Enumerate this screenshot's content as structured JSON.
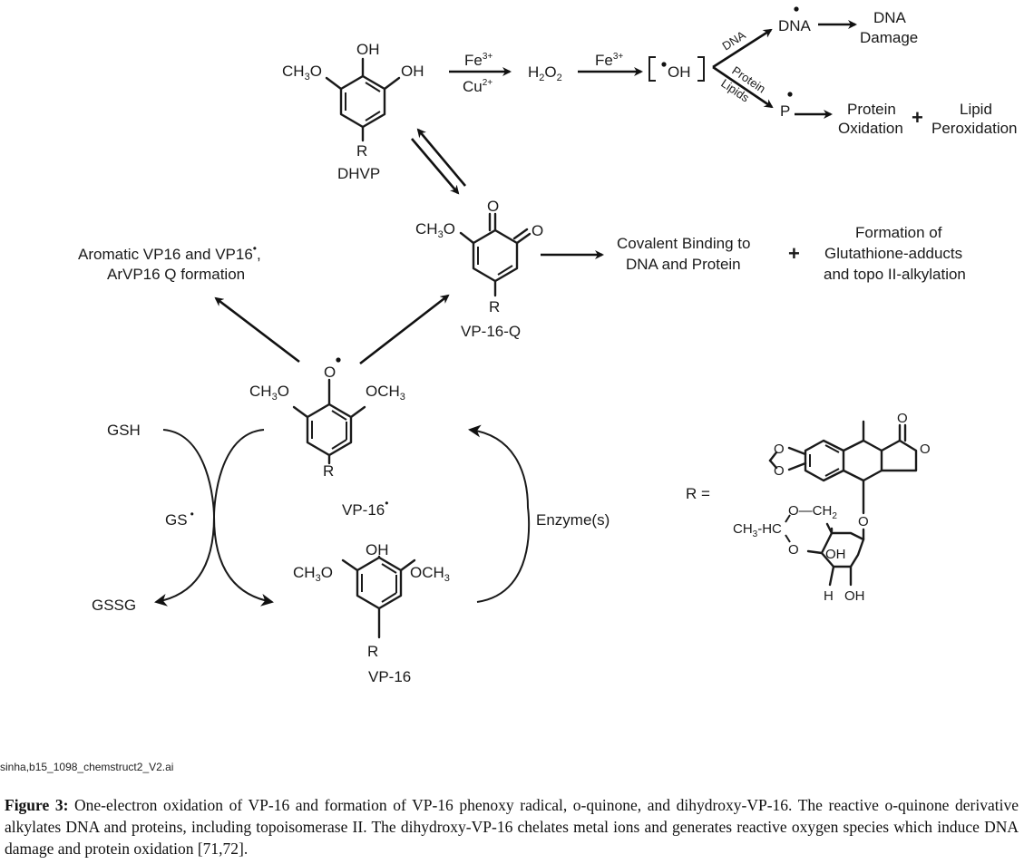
{
  "figure": {
    "top_pathway": {
      "dhvp": {
        "substituents": [
          "OH",
          "CH3O",
          "OH"
        ],
        "r_group": "R",
        "name": "DHVP"
      },
      "arrow1": {
        "above": "Fe3+",
        "below": "Cu2+"
      },
      "h2o2": "H2O2",
      "arrow2": {
        "above": "Fe3+"
      },
      "hydroxyl_radical": "•OH",
      "branch_dna_label": "DNA",
      "branch_protein_label": "Protein",
      "branch_lipids_label": "Lipids",
      "dna_radical": "DNA",
      "dna_damage": [
        "DNA",
        "Damage"
      ],
      "p_radical": "P",
      "protein_oxidation": [
        "Protein",
        "Oxidation"
      ],
      "plus": "+",
      "lipid_peroxidation": [
        "Lipid",
        "Peroxidation"
      ]
    },
    "quinone": {
      "substituents": [
        "O",
        "O",
        "CH3O"
      ],
      "r_group": "R",
      "name": "VP-16-Q",
      "product_1": [
        "Covalent Binding to",
        "DNA and Protein"
      ],
      "plus": "+",
      "product_2": [
        "Formation of",
        "Glutathione-adducts",
        "and topo II-alkylation"
      ]
    },
    "aromatic_note": [
      "Aromatic VP16 and VP16•,",
      "ArVP16 Q formation"
    ],
    "phenoxy_radical": {
      "top": "O•",
      "left": "CH3O",
      "right": "OCH3",
      "r_group": "R",
      "name": "VP-16•"
    },
    "vp16": {
      "top": "OH",
      "left": "CH3O",
      "right": "OCH3",
      "r_group": "R",
      "name": "VP-16"
    },
    "glutathione_cycle": {
      "gsh": "GSH",
      "gs_radical": "GS•",
      "gssg": "GSSG"
    },
    "enzyme_label": "Enzyme(s)",
    "r_definition": {
      "label": "R =",
      "atoms": {
        "o": "O",
        "ch2": "CH2",
        "ch3_hc": "CH3-HC",
        "oh": "OH",
        "h": "H"
      }
    }
  },
  "source_filename": "sinha,b15_1098_chemstruct2_V2.ai",
  "caption": {
    "label": "Figure 3:",
    "text": "One-electron oxidation of VP-16 and formation of VP-16 phenoxy radical, o-quinone, and dihydroxy-VP-16. The reactive o-quinone derivative alkylates DNA and proteins, including topoisomerase II. The dihydroxy-VP-16 chelates metal ions and generates reactive oxygen species which induce DNA damage and protein oxidation [71,72]."
  }
}
